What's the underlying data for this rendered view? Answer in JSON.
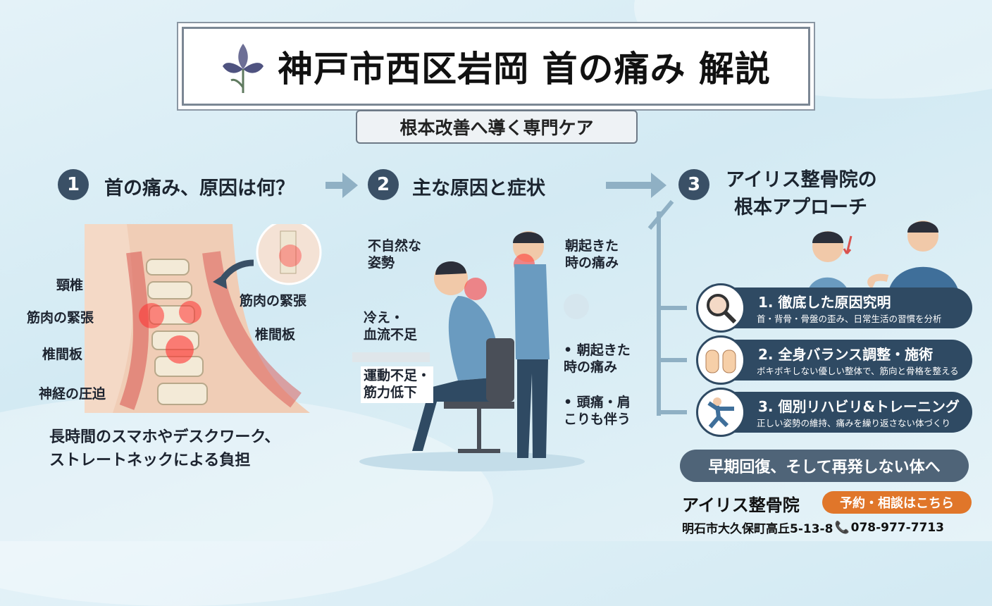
{
  "header": {
    "title": "神戸市西区岩岡 首の痛み 解説",
    "subtitle": "根本改善へ導く専門ケア",
    "logo_icon": "iris-flower-icon"
  },
  "sections": [
    {
      "number": "1",
      "title": "首の痛み、原因は何？",
      "labels": [
        "頸椎",
        "筋肉の緊張",
        "椎間板",
        "神経の圧迫",
        "筋肉の緊張",
        "椎間板"
      ],
      "caption": [
        "長時間のスマホやデスクワーク、",
        "ストレートネックによる負担"
      ]
    },
    {
      "number": "2",
      "title": "主な原因と症状",
      "labels": [
        "不自然な\n姿勢",
        "冷え・\n血流不足",
        "運動不足・\n筋力低下",
        "朝起きた\n時の痛み"
      ],
      "bullets": [
        "朝起きた\n時の痛み",
        "頭痛・肩\nこりも伴う"
      ]
    },
    {
      "number": "3",
      "title_lines": [
        "アイリス整骨院の",
        "根本アプローチ"
      ],
      "steps": [
        {
          "title": "1. 徹底した原因究明",
          "desc": "首・背骨・骨盤の歪み、日常生活の習慣を分析",
          "icon": "magnifier-icon"
        },
        {
          "title": "2. 全身バランス調整・施術",
          "desc": "ボキボキしない優しい整体で、筋向と骨格を整える",
          "icon": "hands-icon"
        },
        {
          "title": "3. 個別リハビリ&トレーニング",
          "desc": "正しい姿勢の維持、痛みを繰り返さない体づくり",
          "icon": "exercise-icon"
        }
      ]
    }
  ],
  "footer": {
    "slogan": "早期回復、そして再発しない体へ",
    "clinic": "アイリス整骨院",
    "cta": "予約・相談はこちら",
    "address": "明石市大久保町高丘5-13-8",
    "phone": "078-977-7713"
  },
  "colors": {
    "navy": "#2f4a63",
    "orange": "#e0762a",
    "pain": "#e33b3b"
  }
}
